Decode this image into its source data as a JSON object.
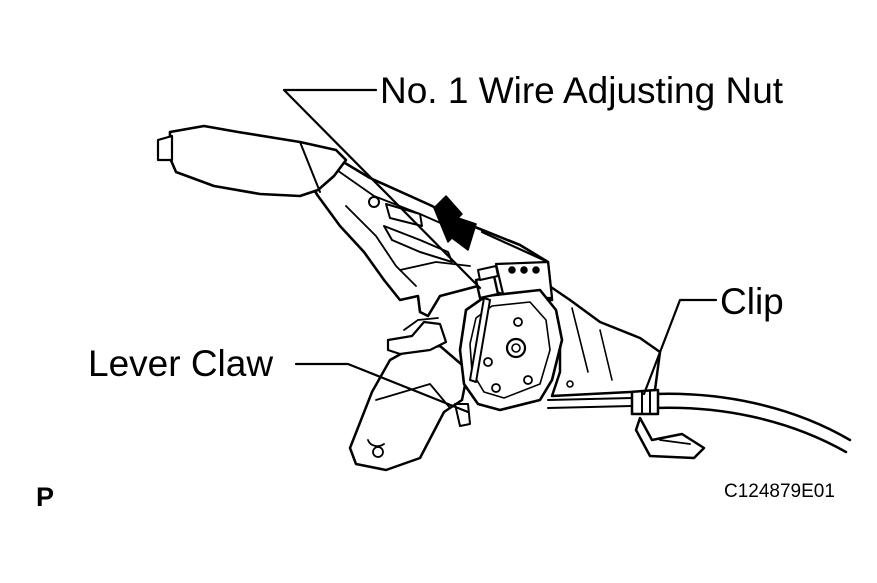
{
  "callouts": {
    "adjusting_nut": "No. 1 Wire Adjusting Nut",
    "clip": "Clip",
    "lever_claw": "Lever Claw"
  },
  "view_marker": "P",
  "figure_code": "C124879E01",
  "colors": {
    "line": "#000000",
    "fill": "#ffffff",
    "shade": "#d9d9d9"
  }
}
